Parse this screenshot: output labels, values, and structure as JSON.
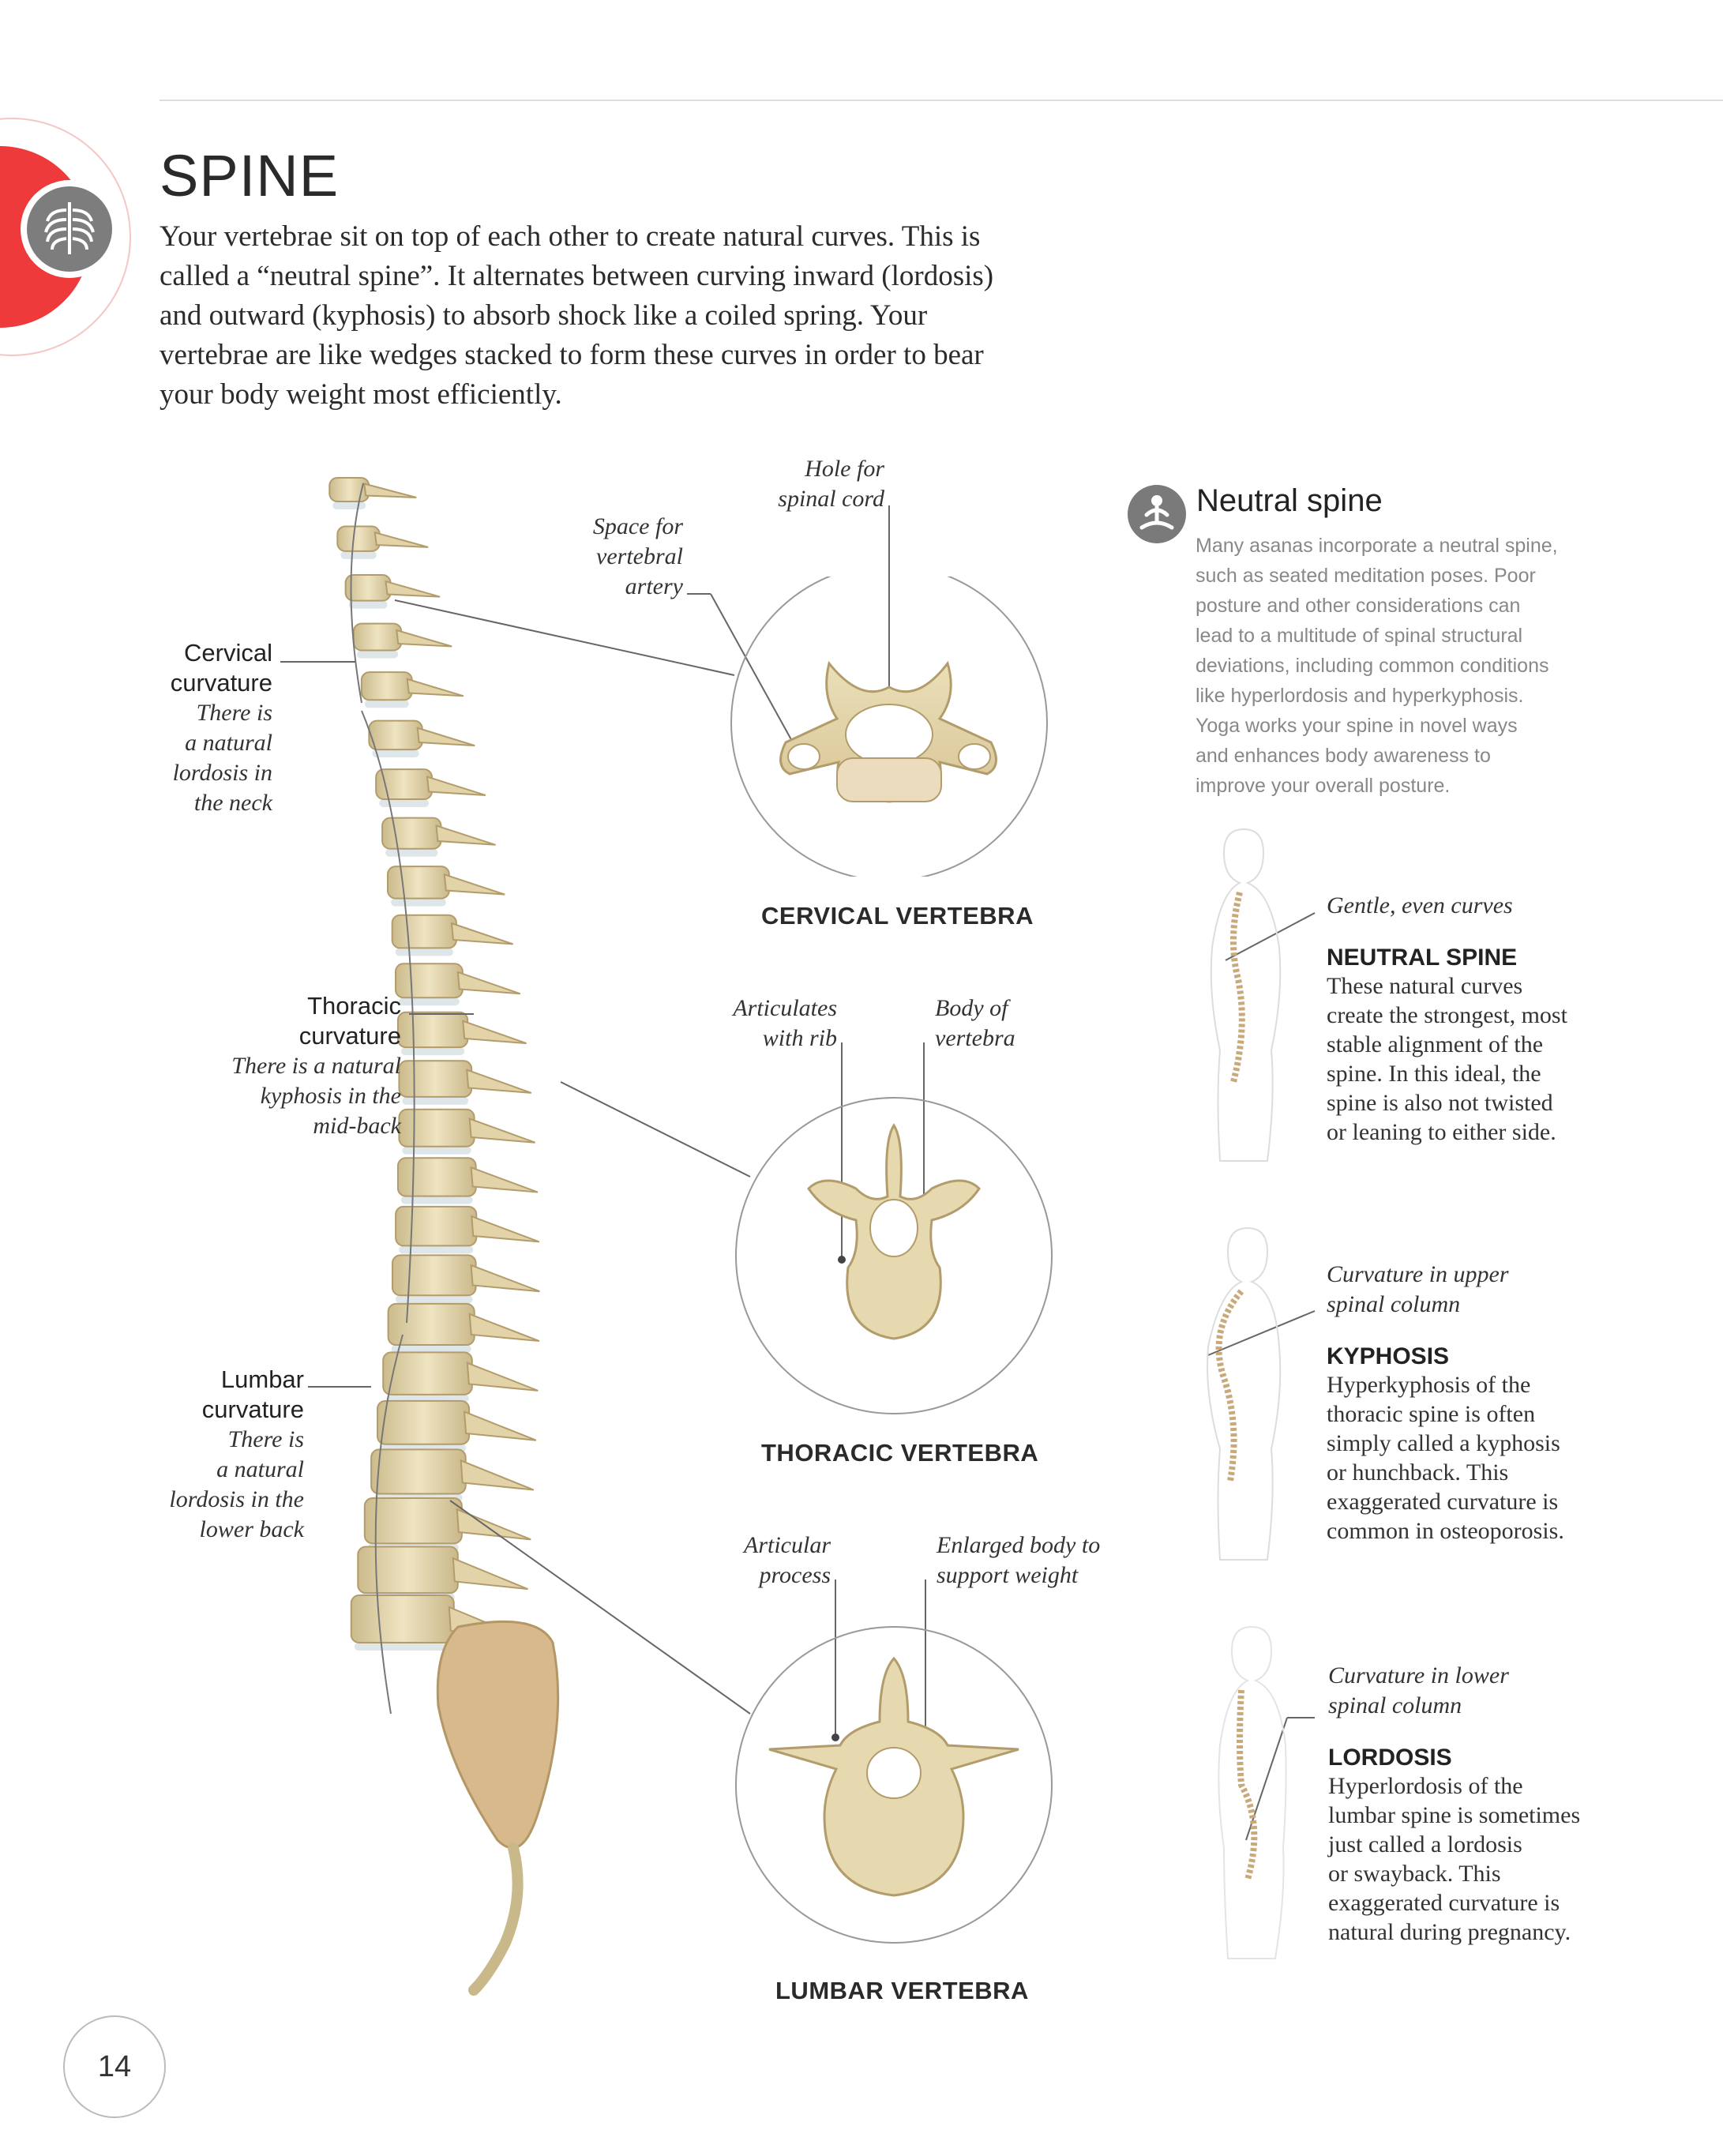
{
  "header": {
    "title": "SPINE",
    "intro": "Your vertebrae sit on top of each other to create natural curves. This is called a “neutral spine”. It alternates between curving inward (lordosis) and outward (kyphosis) to absorb shock like a coiled spring. Your vertebrae are like wedges stacked to form these curves in order to bear your body weight most efficiently."
  },
  "spine_labels": {
    "cervical": {
      "title_line1": "Cervical",
      "title_line2": "curvature",
      "desc": [
        "There is",
        "a natural",
        "lordosis in",
        "the neck"
      ]
    },
    "thoracic": {
      "title_line1": "Thoracic",
      "title_line2": "curvature",
      "desc": [
        "There is a natural",
        "kyphosis in the",
        "mid-back"
      ]
    },
    "lumbar": {
      "title_line1": "Lumbar",
      "title_line2": "curvature",
      "desc": [
        "There is",
        "a natural",
        "lordosis in the",
        "lower back"
      ]
    }
  },
  "vertebrae": {
    "cervical": {
      "title": "CERVICAL VERTEBRA",
      "hole_label": [
        "Hole for",
        "spinal cord"
      ],
      "artery_label": [
        "Space for",
        "vertebral",
        "artery"
      ]
    },
    "thoracic": {
      "title": "THORACIC VERTEBRA",
      "rib_label": [
        "Articulates",
        "with rib"
      ],
      "body_label": [
        "Body of",
        "vertebra"
      ]
    },
    "lumbar": {
      "title": "LUMBAR VERTEBRA",
      "process_label": [
        "Articular",
        "process"
      ],
      "body_label": [
        "Enlarged body to",
        "support weight"
      ]
    }
  },
  "callout": {
    "heading": "Neutral spine",
    "body_lines": [
      "Many asanas incorporate a neutral spine,",
      "such as seated meditation poses. Poor",
      "posture and other considerations can",
      "lead to a multitude of spinal structural",
      "deviations, including common conditions",
      "like hyperlordosis and hyperkyphosis.",
      "Yoga works your spine in novel ways",
      "and enhances body awareness to",
      "improve your overall posture."
    ]
  },
  "conditions": [
    {
      "caption": [
        "Gentle, even curves"
      ],
      "title": "NEUTRAL SPINE",
      "body": [
        "These natural curves",
        "create the strongest, most",
        "stable alignment of the",
        "spine. In this ideal, the",
        "spine is also not twisted",
        "or leaning to either side."
      ]
    },
    {
      "caption": [
        "Curvature in upper",
        "spinal column"
      ],
      "title": "KYPHOSIS",
      "body": [
        "Hyperkyphosis of the",
        "thoracic spine is often",
        "simply called a kyphosis",
        "or hunchback. This",
        "exaggerated curvature is",
        "common in osteoporosis."
      ]
    },
    {
      "caption": [
        "Curvature in lower",
        "spinal column"
      ],
      "title": "LORDOSIS",
      "body": [
        "Hyperlordosis of the",
        "lumbar spine is sometimes",
        "just called a lordosis",
        "or swayback. This",
        "exaggerated curvature is",
        "natural during pregnancy."
      ]
    }
  ],
  "page_number": "14",
  "colors": {
    "accent_red": "#ee3a3a",
    "bone": "#e8dcb4",
    "bone_dark": "#c9b98a",
    "disc": "#dfe6ea"
  }
}
